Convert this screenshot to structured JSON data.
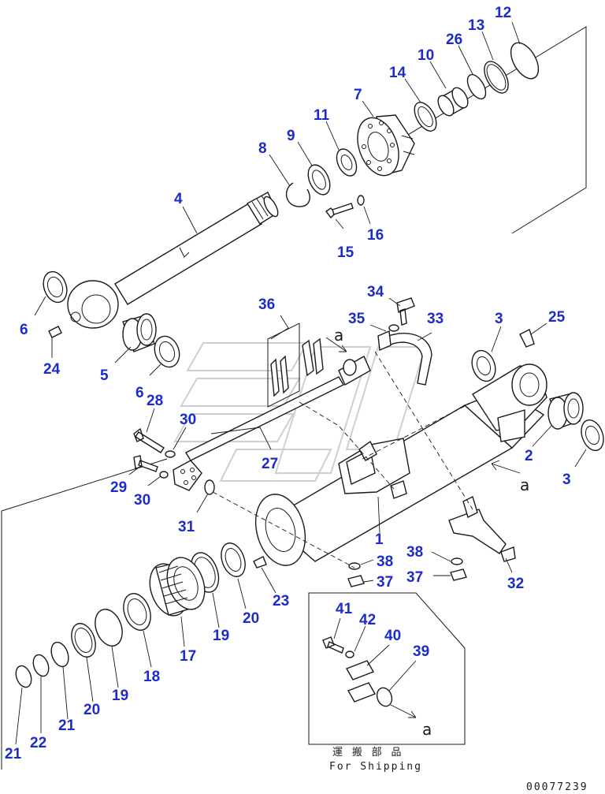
{
  "callouts": [
    {
      "id": "c12",
      "text": "12"
    },
    {
      "id": "c13",
      "text": "13"
    },
    {
      "id": "c26",
      "text": "26"
    },
    {
      "id": "c10",
      "text": "10"
    },
    {
      "id": "c14",
      "text": "14"
    },
    {
      "id": "c7",
      "text": "7"
    },
    {
      "id": "c11",
      "text": "11"
    },
    {
      "id": "c9",
      "text": "9"
    },
    {
      "id": "c8",
      "text": "8"
    },
    {
      "id": "c4",
      "text": "4"
    },
    {
      "id": "c15",
      "text": "15"
    },
    {
      "id": "c16",
      "text": "16"
    },
    {
      "id": "c6a",
      "text": "6"
    },
    {
      "id": "c24",
      "text": "24"
    },
    {
      "id": "c5",
      "text": "5"
    },
    {
      "id": "c6b",
      "text": "6"
    },
    {
      "id": "c36",
      "text": "36"
    },
    {
      "id": "c34",
      "text": "34"
    },
    {
      "id": "c35",
      "text": "35"
    },
    {
      "id": "c33",
      "text": "33"
    },
    {
      "id": "c3a",
      "text": "3"
    },
    {
      "id": "c25",
      "text": "25"
    },
    {
      "id": "c28",
      "text": "28"
    },
    {
      "id": "c30a",
      "text": "30"
    },
    {
      "id": "c27",
      "text": "27"
    },
    {
      "id": "c29",
      "text": "29"
    },
    {
      "id": "c30b",
      "text": "30"
    },
    {
      "id": "c2",
      "text": "2"
    },
    {
      "id": "c3b",
      "text": "3"
    },
    {
      "id": "c31",
      "text": "31"
    },
    {
      "id": "c1",
      "text": "1"
    },
    {
      "id": "c38a",
      "text": "38"
    },
    {
      "id": "c37a",
      "text": "37"
    },
    {
      "id": "c38b",
      "text": "38"
    },
    {
      "id": "c37b",
      "text": "37"
    },
    {
      "id": "c32",
      "text": "32"
    },
    {
      "id": "c23",
      "text": "23"
    },
    {
      "id": "c20a",
      "text": "20"
    },
    {
      "id": "c19a",
      "text": "19"
    },
    {
      "id": "c17",
      "text": "17"
    },
    {
      "id": "c18",
      "text": "18"
    },
    {
      "id": "c19b",
      "text": "19"
    },
    {
      "id": "c20b",
      "text": "20"
    },
    {
      "id": "c21a",
      "text": "21"
    },
    {
      "id": "c22",
      "text": "22"
    },
    {
      "id": "c21b",
      "text": "21"
    },
    {
      "id": "c41",
      "text": "41"
    },
    {
      "id": "c42",
      "text": "42"
    },
    {
      "id": "c40",
      "text": "40"
    },
    {
      "id": "c39",
      "text": "39"
    }
  ],
  "view_letters": {
    "a1": "a",
    "a2": "a",
    "a3": "a"
  },
  "shipping_box": {
    "jp_label": "運 搬 部 品",
    "en_label": "For Shipping"
  },
  "drawing_number": "00077239",
  "colors": {
    "callout": "#1c2bc9",
    "line": "#1a1a1a",
    "watermark": "#cfcfcf"
  }
}
